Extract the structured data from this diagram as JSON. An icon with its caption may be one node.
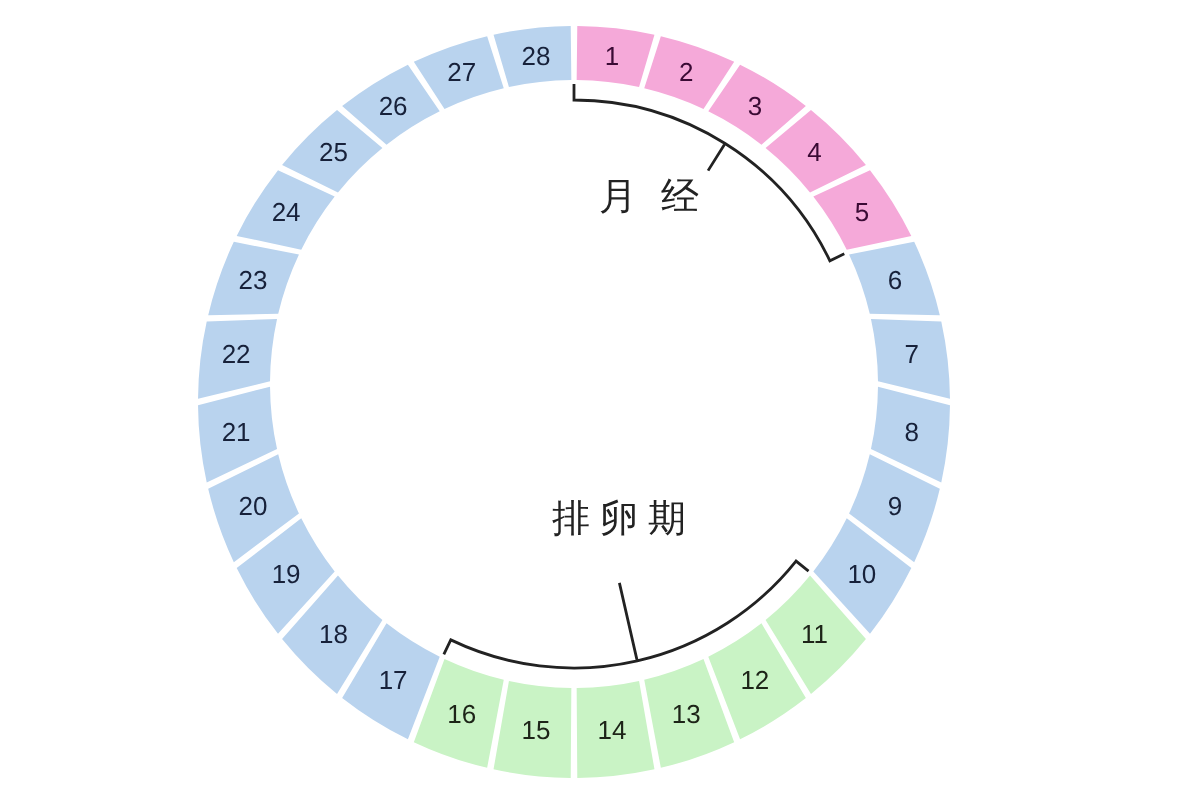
{
  "diagram": {
    "nodes": [
      {
        "text": [
          "1"
        ]
      },
      {
        "text": [
          "2"
        ]
      },
      {
        "text": [
          "3"
        ]
      },
      {
        "text": [
          "4"
        ]
      },
      {
        "text": [
          "5"
        ]
      },
      {
        "text": [
          "6"
        ]
      },
      {
        "text": [
          "7"
        ]
      },
      {
        "text": [
          "8"
        ]
      },
      {
        "text": [
          "9"
        ]
      },
      {
        "text": [
          "10"
        ]
      },
      {
        "text": [
          "11"
        ]
      },
      {
        "text": [
          "12"
        ]
      },
      {
        "text": [
          "13"
        ]
      },
      {
        "text": [
          "14"
        ]
      },
      {
        "text": [
          "15"
        ]
      },
      {
        "text": [
          "16"
        ]
      },
      {
        "text": [
          "17"
        ]
      },
      {
        "text": [
          "18"
        ]
      },
      {
        "text": [
          "19"
        ]
      },
      {
        "text": [
          "20"
        ]
      },
      {
        "text": [
          "21"
        ]
      },
      {
        "text": [
          "22"
        ]
      },
      {
        "text": [
          "23"
        ]
      },
      {
        "text": [
          "24"
        ]
      },
      {
        "text": [
          "25"
        ]
      },
      {
        "text": [
          "26"
        ]
      },
      {
        "text": [
          "27"
        ]
      },
      {
        "text": [
          "28"
        ]
      }
    ],
    "labels": [
      "月经",
      "排卵期"
    ]
  }
}
